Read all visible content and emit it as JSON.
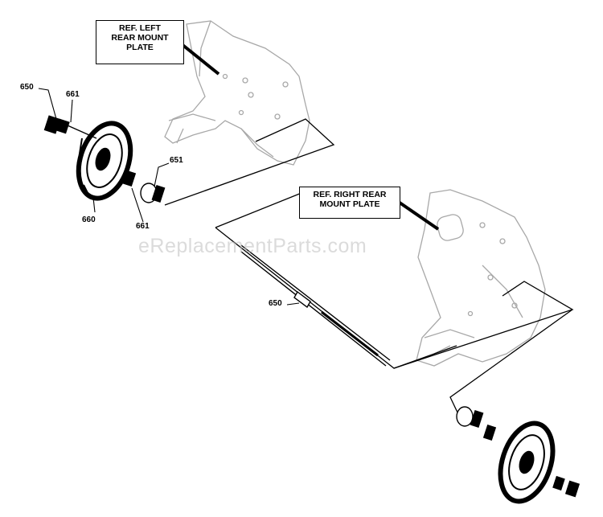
{
  "ref_labels": {
    "left_plate": [
      "REF. LEFT",
      "REAR MOUNT",
      "PLATE"
    ],
    "right_plate": [
      "REF. RIGHT REAR",
      "MOUNT PLATE"
    ]
  },
  "part_numbers": {
    "n650_top": "650",
    "n661_top": "661",
    "n651": "651",
    "n660": "660",
    "n661_bottom": "661",
    "n650_axle": "650"
  },
  "watermark": "eReplacementParts.com",
  "colors": {
    "line": "#000000",
    "ghost": "#9a9a9a",
    "watermark": "#bebebe"
  }
}
